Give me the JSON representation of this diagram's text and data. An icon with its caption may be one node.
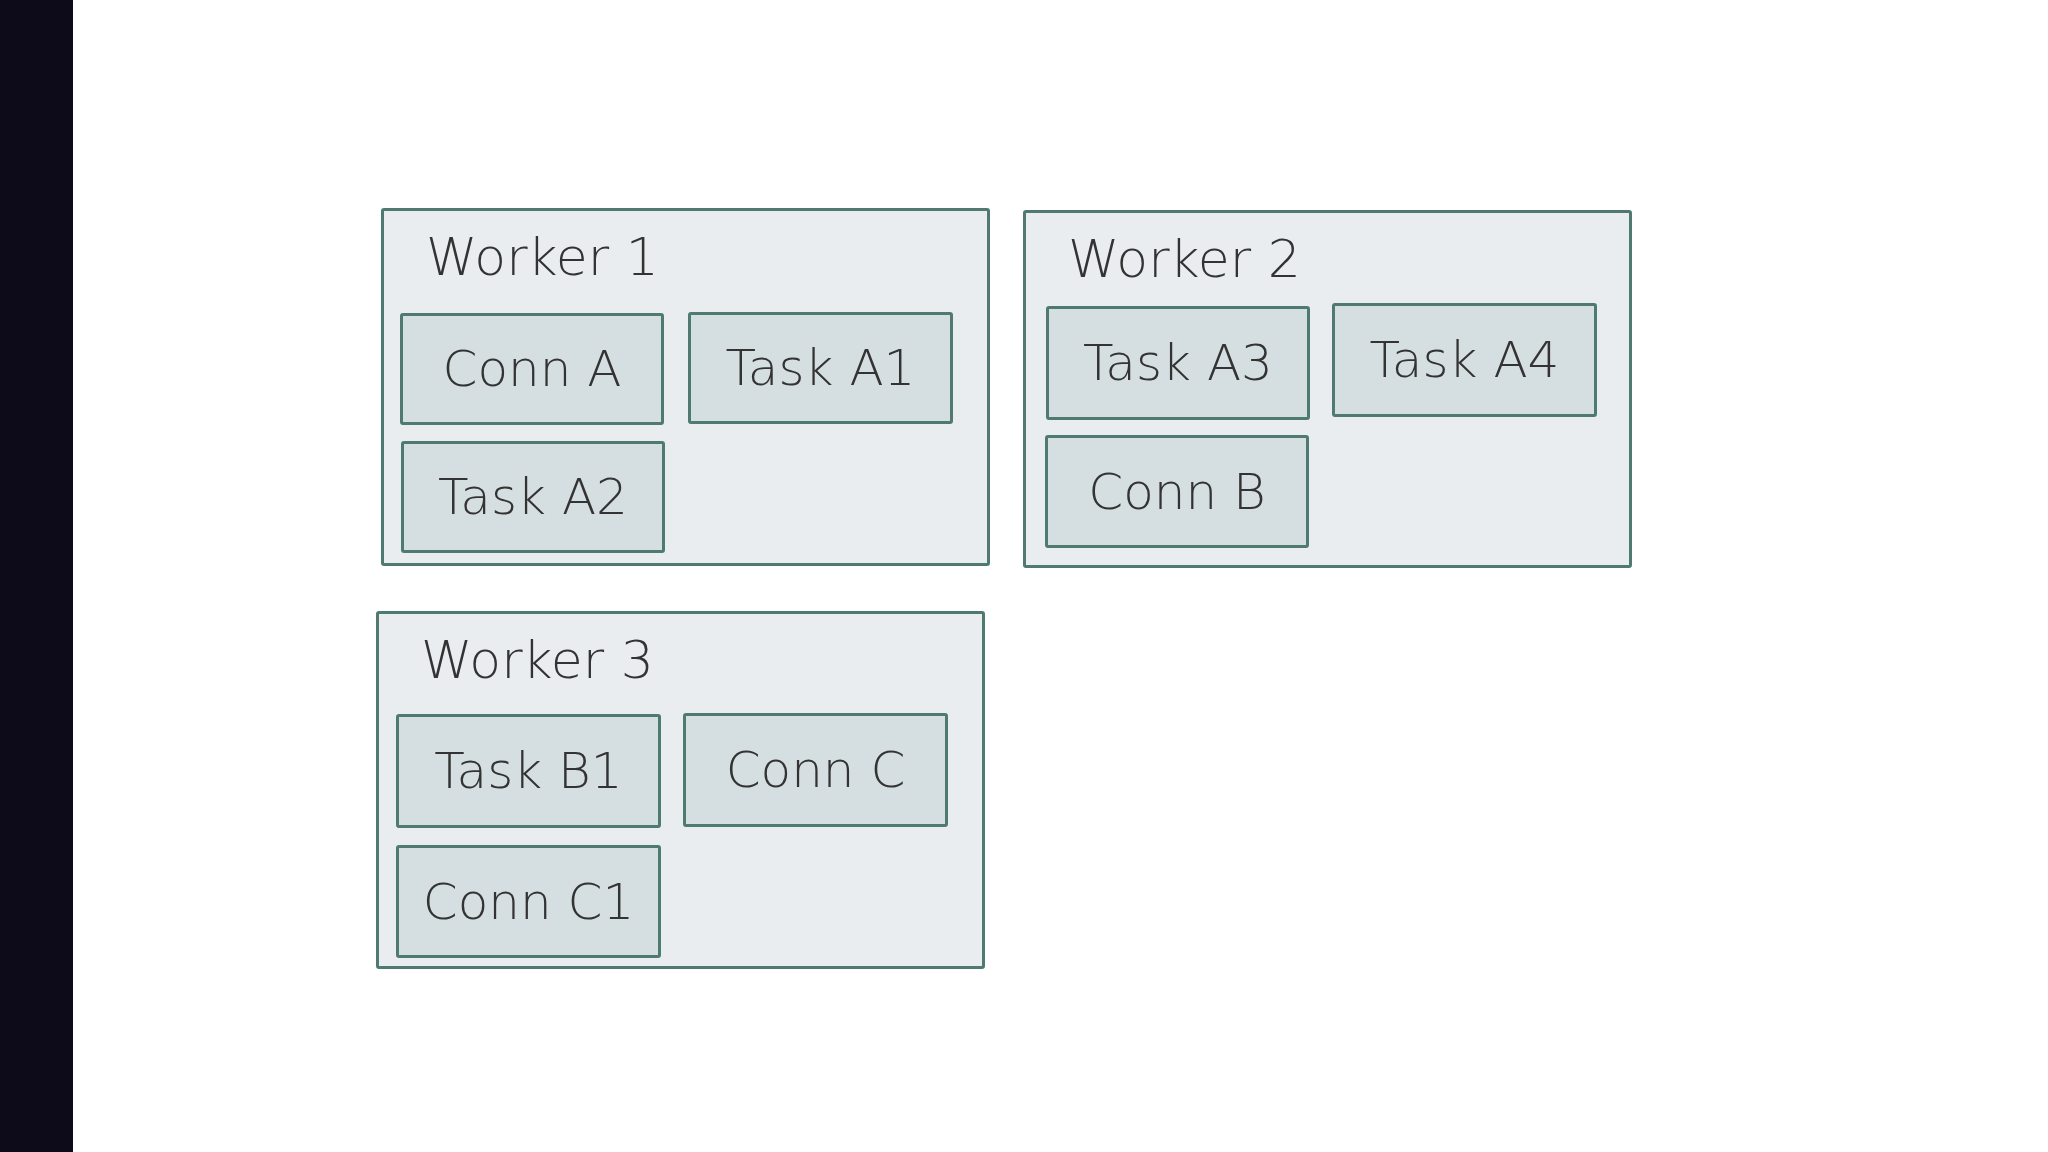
{
  "diagram": {
    "nodes": [
      {
        "text": [
          "Worker 1"
        ]
      },
      {
        "text": [
          "Conn A"
        ],
        "in": 0
      },
      {
        "text": [
          "Task A1"
        ],
        "in": 0
      },
      {
        "text": [
          "Task A2"
        ],
        "in": 0
      },
      {
        "text": [
          "Worker 2"
        ]
      },
      {
        "text": [
          "Task A3"
        ],
        "in": 4
      },
      {
        "text": [
          "Task A4"
        ],
        "in": 4
      },
      {
        "text": [
          "Conn B"
        ],
        "in": 4
      },
      {
        "text": [
          "Worker 3"
        ]
      },
      {
        "text": [
          "Task B1"
        ],
        "in": 8
      },
      {
        "text": [
          "Conn C"
        ],
        "in": 8
      },
      {
        "text": [
          "Conn C1"
        ],
        "in": 8
      }
    ]
  }
}
